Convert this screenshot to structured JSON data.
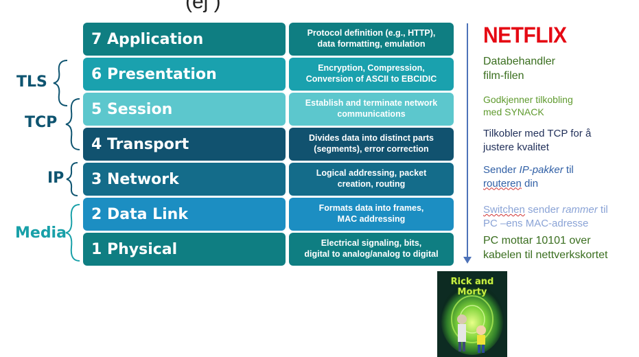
{
  "header": {
    "fragment": "(ej     )"
  },
  "layers": [
    {
      "label": "7 Application",
      "desc": "Protocol definition (e.g., HTTP),\ndata formatting, emulation"
    },
    {
      "label": "6 Presentation",
      "desc": "Encryption, Compression,\nConversion of ASCII to EBCIDIC"
    },
    {
      "label": "5 Session",
      "desc": "Establish and terminate network\ncommunications"
    },
    {
      "label": "4 Transport",
      "desc": "Divides data into distinct parts\n(segments), error correction"
    },
    {
      "label": "3 Network",
      "desc": "Logical addressing, packet\ncreation, routing"
    },
    {
      "label": "2 Data Link",
      "desc": "Formats data into frames,\nMAC addressing"
    },
    {
      "label": "1 Physical",
      "desc": "Electrical signaling, bits,\ndigital to analog/analog to digital"
    }
  ],
  "protocols": {
    "tls": "TLS",
    "tcp": "TCP",
    "ip": "IP",
    "media": "Media"
  },
  "colors": {
    "layer7": "#0f7e82",
    "layer6": "#1aa1ae",
    "layer5": "#5cc7cd",
    "layer4": "#11526f",
    "layer3": "#146c8a",
    "layer2": "#1c8ec2",
    "layer1": "#0f7e82",
    "netflix_red": "#e50914",
    "arrow": "#4d72b8"
  },
  "sidebar": {
    "brand": "NETFLIX",
    "notes": {
      "n1a": "Databehandler",
      "n1b": "film-filen",
      "n2a": "Godkjenner tilkobling",
      "n2b": "med SYNACK",
      "n3a": "Tilkobler med TCP for å",
      "n3b": "justere kvalitet",
      "n4a": "Sender ",
      "n4b": "IP-pakker",
      "n4c": " til",
      "n4d": "routeren",
      "n4e": " din",
      "n5a": "Switchen",
      "n5b": " sender ",
      "n5c": "rammer",
      "n5d": " til",
      "n5e": "PC –ens MAC-adresse",
      "n6a": "PC mottar 10101 over",
      "n6b": "kabelen til nettverkskortet"
    },
    "poster_title": "Rick and Morty"
  }
}
